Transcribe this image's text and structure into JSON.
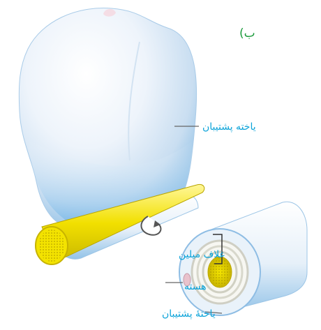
{
  "panel_label": "ب)",
  "labels": {
    "supporting_cell_top": "یاخته پشتیبان",
    "myelin_sheath": "غلاف میلین",
    "nucleus": "هسته",
    "supporting_cell_bottom": "یاختهٔ پشتیبان"
  },
  "colors": {
    "label_text": "#0aa3d9",
    "panel_label": "#1a9a3a",
    "cell_light": "#f2f7fd",
    "cell_mid": "#cfe2f3",
    "cell_edge": "#7fb6e2",
    "axon_yellow": "#f2e000",
    "axon_dark": "#c9b800",
    "leader_line": "#666666"
  }
}
